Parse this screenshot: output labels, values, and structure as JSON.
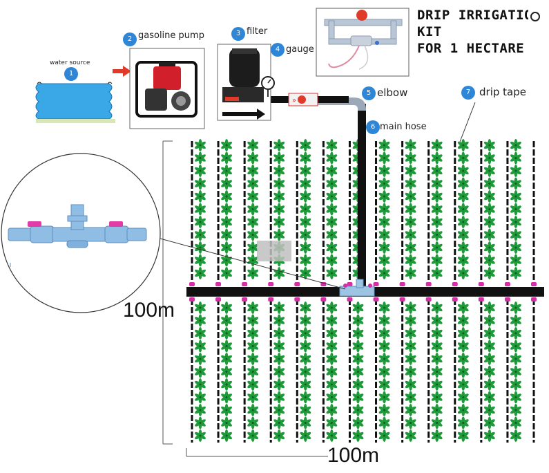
{
  "title": {
    "line1": "DRIP IRRIGATION KIT",
    "line2": "FOR 1 HECTARE"
  },
  "components": [
    {
      "num": "1",
      "label": "water source"
    },
    {
      "num": "2",
      "label": "gasoline pump"
    },
    {
      "num": "3",
      "label": "filter"
    },
    {
      "num": "4",
      "label": "gauge"
    },
    {
      "num": "5",
      "label": "elbow"
    },
    {
      "num": "6",
      "label": "main hose"
    },
    {
      "num": "7",
      "label": "drip tape"
    }
  ],
  "dimensions": {
    "height": "100m",
    "width": "100m"
  },
  "colors": {
    "plant": "#1f9a3a",
    "connector": "#d62ea8",
    "pipe": "#111111",
    "badge": "#2f86d6",
    "water": "#3aa7e6",
    "valve": "#e03a2a"
  }
}
